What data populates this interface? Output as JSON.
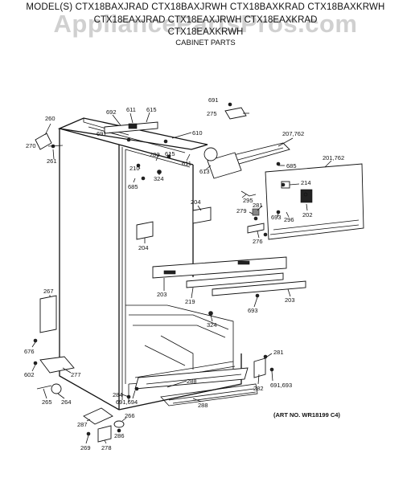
{
  "header": {
    "line1": "MODEL(S) CTX18BAXJRAD  CTX18BAXJRWH  CTX18BAXKRAD  CTX18BAXKRWH",
    "line2": "CTX18EAXJRAD  CTX18EAXJRWH  CTX18EAXKRAD",
    "line3": "CTX18EAXKRWH",
    "subtitle": "CABINET PARTS"
  },
  "watermark": "AppliancePartsPros.com",
  "art_number": "(ART NO. WR18199 C4)",
  "callouts": {
    "c260": "260",
    "c270": "270",
    "c261": "261",
    "c692": "692",
    "c611a": "611",
    "c615a": "615",
    "c691a": "691",
    "c610": "610",
    "c615b": "615",
    "c280": "280",
    "c210": "210",
    "c685a": "685",
    "c324a": "324",
    "c611b": "611",
    "c613": "613",
    "c691b": "691",
    "c275": "275",
    "c207": "207,762",
    "c685b": "685",
    "c201": "201,762",
    "c214": "214",
    "c295": "295",
    "c281a": "281",
    "c279": "279",
    "c693a": "693",
    "c296": "296",
    "c202": "202",
    "c276": "276",
    "c204a": "204",
    "c204b": "204",
    "c203a": "203",
    "c219": "219",
    "c203b": "203",
    "c693b": "693",
    "c324b": "324",
    "c267": "267",
    "c676": "676",
    "c602": "602",
    "c277": "277",
    "c265": "265",
    "c264": "264",
    "c288a": "288",
    "c284": "284",
    "c691694": "691,694",
    "c288b": "288",
    "c281b": "281",
    "c282": "282",
    "c691693": "691,693",
    "c287": "287",
    "c266": "266",
    "c286": "286",
    "c269": "269",
    "c278": "278"
  }
}
